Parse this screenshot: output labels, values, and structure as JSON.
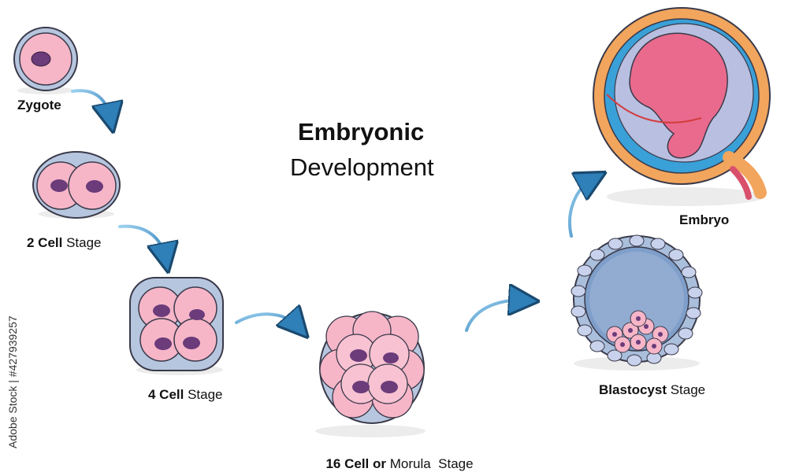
{
  "title": {
    "bold": "Embryonic",
    "light": "Development"
  },
  "stages": [
    {
      "id": "zygote",
      "bold": "Zygote",
      "light": ""
    },
    {
      "id": "two-cell",
      "bold": "2 Cell",
      "light": " Stage"
    },
    {
      "id": "four-cell",
      "bold": "4 Cell",
      "light": " Stage"
    },
    {
      "id": "morula",
      "bold": "16 Cell or",
      "light": " Morula  Stage"
    },
    {
      "id": "blastocyst",
      "bold": "Blastocyst",
      "light": " Stage"
    },
    {
      "id": "embryo",
      "bold": "Embryo",
      "light": ""
    }
  ],
  "watermark": "Adobe Stock | #427939257",
  "colors": {
    "cell_fill": "#f6b6c8",
    "cell_outline": "#3a3a4a",
    "zona": "#b7c6df",
    "nucleus": "#6b3b7a",
    "arrow": "#3a8fc7",
    "embryo_orange": "#f2a55c",
    "amnion_blue": "#3aa0d8"
  }
}
